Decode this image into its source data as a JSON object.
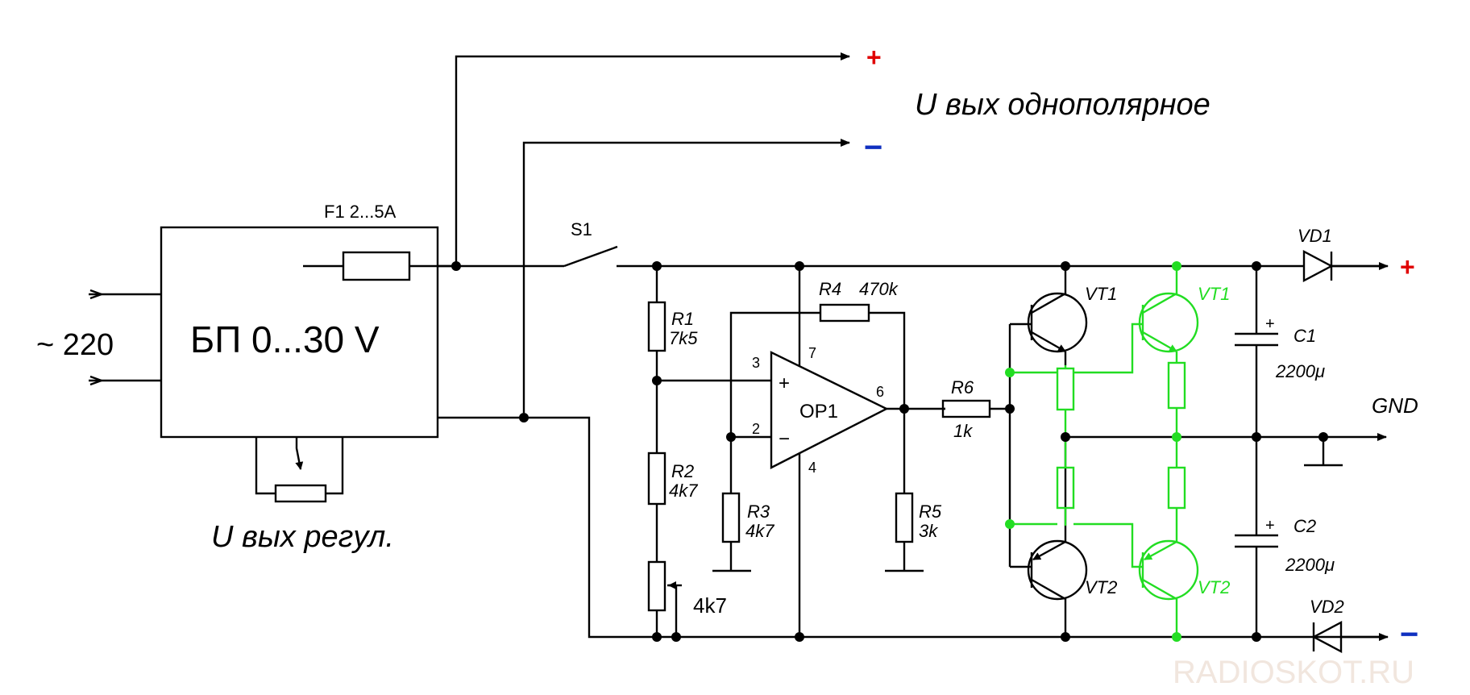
{
  "labels": {
    "supply_input": "~ 220",
    "psu_block": "БП  0...30 V",
    "psu_adjust": "U вых регул.",
    "fuse": "F1  2...5A",
    "switch": "S1",
    "unipolar_output": "U вых однополярное",
    "unipolar_plus": "+",
    "unipolar_minus": "−",
    "r1_name": "R1",
    "r1_value": "7k5",
    "r2_name": "R2",
    "r2_value": "4k7",
    "r3_name": "R3",
    "r3_value": "4k7",
    "r4_name": "R4",
    "r4_value": "470k",
    "r5_name": "R5",
    "r5_value": "3k",
    "r6_name": "R6",
    "r6_value": "1k",
    "trim_value": "4k7",
    "opamp": "OP1",
    "pin3": "3",
    "pin2": "2",
    "pin7": "7",
    "pin6": "6",
    "pin4": "4",
    "pin_plus": "+",
    "pin_minus": "−",
    "vt1": "VT1",
    "vt2": "VT2",
    "vt1_alt": "VT1",
    "vt2_alt": "VT2",
    "c1_name": "C1",
    "c1_value": "2200μ",
    "c1_plus": "+",
    "c2_name": "C2",
    "c2_value": "2200μ",
    "c2_plus": "+",
    "vd1": "VD1",
    "vd2": "VD2",
    "out_plus": "+",
    "out_gnd": "GND",
    "out_minus": "−",
    "watermark": "RADIOSKOT.RU"
  },
  "colors": {
    "wire": "#000000",
    "alt_transistors": "#22dd22",
    "positive": "#e00000",
    "negative": "#1030c0"
  }
}
